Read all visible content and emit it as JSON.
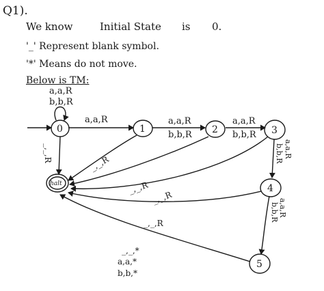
{
  "notes": {
    "question": "Q1).",
    "line1_a": "We know",
    "line1_b": "Initial State",
    "line1_c": "is",
    "line1_d": "0.",
    "line2": "'_' Represent blank symbol.",
    "line3": "'*' Means do not move.",
    "heading": "Below is TM:"
  },
  "states": {
    "s0": "0",
    "s1": "1",
    "s2": "2",
    "s3": "3",
    "s4": "4",
    "s5": "5",
    "halt": "halt"
  },
  "edges": {
    "loop0_1": "a,a,R",
    "loop0_2": "b,b,R",
    "e01": "a,a,R",
    "e12_1": "a,a,R",
    "e12_2": "b,b,R",
    "e23_1": "a,a,R",
    "e23_2": "b,b,R",
    "e34_1": "a,a,R",
    "e34_2": "b,b,R",
    "e45_1": "a,a,R",
    "e45_2": "b,b,R",
    "e0h": "_,_,R",
    "e1h": "_,_,R",
    "e2h": "_,_,R",
    "e3h": "_,_,R",
    "e4h": "_,_,R",
    "e5h_1": "_,_,*",
    "e5h_2": "a,a,*",
    "e5h_3": "b,b,*"
  }
}
